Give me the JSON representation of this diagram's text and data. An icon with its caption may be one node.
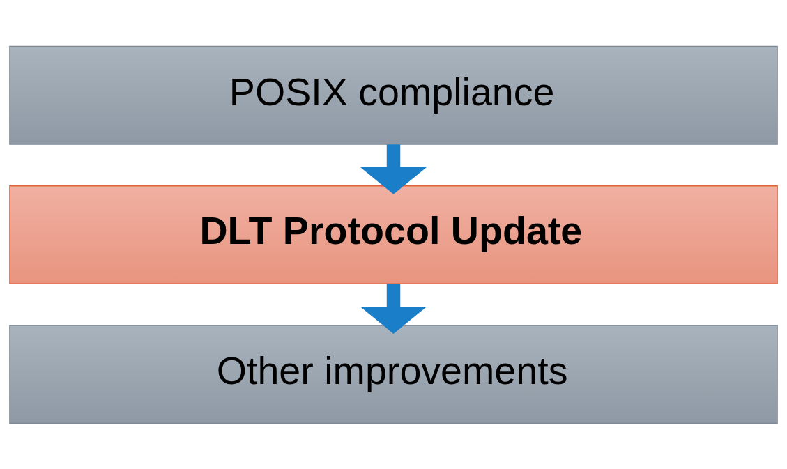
{
  "diagram": {
    "nodes": [
      {
        "text": [
          "POSIX compliance"
        ]
      },
      {
        "text": [
          "DLT Protocol Update"
        ]
      },
      {
        "text": [
          "Other improvements"
        ]
      }
    ],
    "edges": [
      {
        "from": 0,
        "to": 1,
        "arrow": "to"
      },
      {
        "from": 1,
        "to": 2,
        "arrow": "to"
      }
    ]
  }
}
